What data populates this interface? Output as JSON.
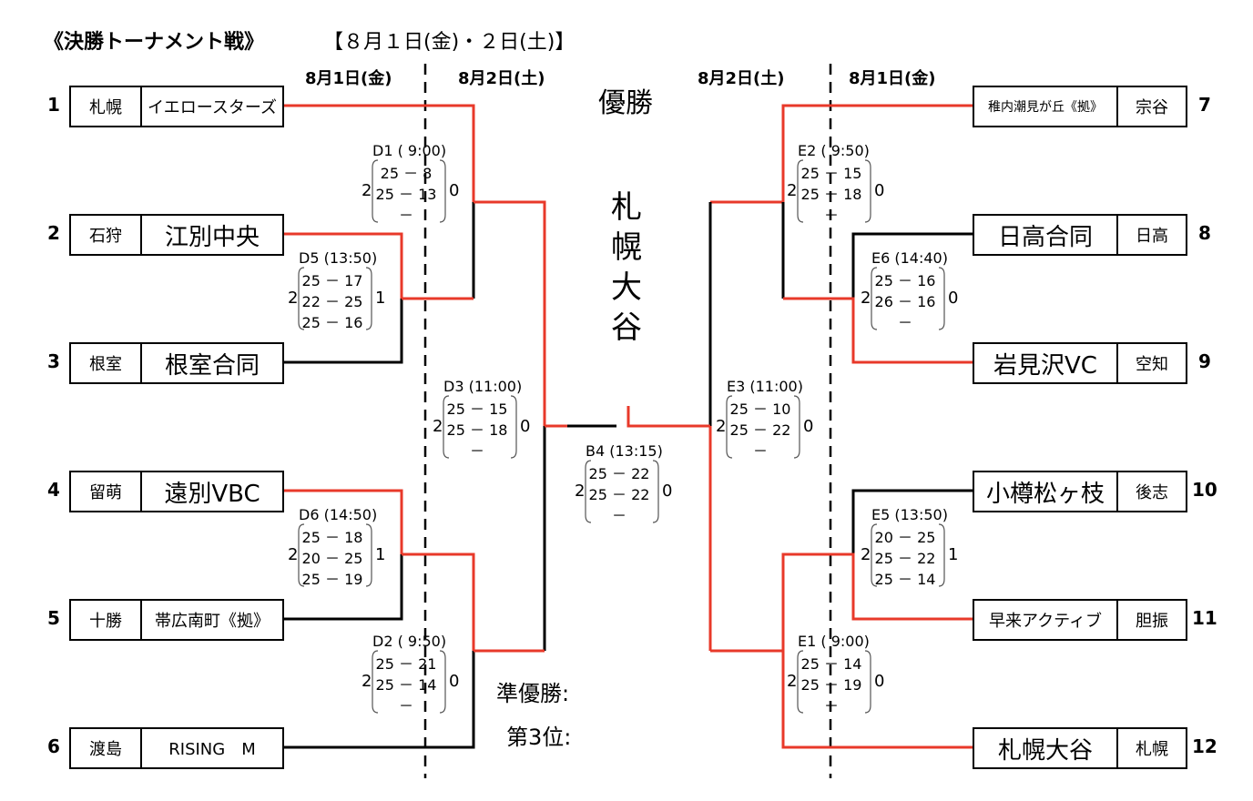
{
  "title": "《決勝トーナメント戦》",
  "date_range": "【８月１日(金)・２日(土)】",
  "col_headers": {
    "left_day1": "8月1日(金)",
    "left_day2": "8月2日(土)",
    "right_day2": "8月2日(土)",
    "right_day1": "8月1日(金)"
  },
  "champion_label": "優勝",
  "champion_name": "札幌大谷",
  "runner_up_label": "準優勝:",
  "third_place_label": "第3位:",
  "teams": [
    {
      "seed": "1",
      "region": "札幌",
      "name": "イエロースターズ"
    },
    {
      "seed": "2",
      "region": "石狩",
      "name": "江別中央"
    },
    {
      "seed": "3",
      "region": "根室",
      "name": "根室合同"
    },
    {
      "seed": "4",
      "region": "留萌",
      "name": "遠別VBC"
    },
    {
      "seed": "5",
      "region": "十勝",
      "name": "帯広南町《拠》"
    },
    {
      "seed": "6",
      "region": "渡島",
      "name": "RISING　M"
    },
    {
      "seed": "7",
      "region": "宗谷",
      "name": "稚内潮見が丘《拠》"
    },
    {
      "seed": "8",
      "region": "日高",
      "name": "日高合同"
    },
    {
      "seed": "9",
      "region": "空知",
      "name": "岩見沢VC"
    },
    {
      "seed": "10",
      "region": "後志",
      "name": "小樽松ヶ枝"
    },
    {
      "seed": "11",
      "region": "胆振",
      "name": "早来アクティブ"
    },
    {
      "seed": "12",
      "region": "札幌",
      "name": "札幌大谷"
    }
  ],
  "matches": [
    {
      "id": "D1",
      "label": "D1 ( 9:00)",
      "sets": [
        "25 － 8",
        "25 － 13",
        "－"
      ],
      "left": "2",
      "right": "0"
    },
    {
      "id": "D5",
      "label": "D5 (13:50)",
      "sets": [
        "25 － 17",
        "22 － 25",
        "25 － 16"
      ],
      "left": "2",
      "right": "1"
    },
    {
      "id": "D3",
      "label": "D3 (11:00)",
      "sets": [
        "25 － 15",
        "25 － 18",
        "－"
      ],
      "left": "2",
      "right": "0"
    },
    {
      "id": "D6",
      "label": "D6 (14:50)",
      "sets": [
        "25 － 18",
        "20 － 25",
        "25 － 19"
      ],
      "left": "2",
      "right": "1"
    },
    {
      "id": "D2",
      "label": "D2 ( 9:50)",
      "sets": [
        "25 － 21",
        "25 － 14",
        "－"
      ],
      "left": "2",
      "right": "0"
    },
    {
      "id": "B4",
      "label": "B4 (13:15)",
      "sets": [
        "25 － 22",
        "25 － 22",
        "－"
      ],
      "left": "2",
      "right": "0"
    },
    {
      "id": "E2",
      "label": "E2 ( 9:50)",
      "sets": [
        "25 － 15",
        "25 － 18",
        "－"
      ],
      "left": "2",
      "right": "0"
    },
    {
      "id": "E6",
      "label": "E6 (14:40)",
      "sets": [
        "25 － 16",
        "26 － 16",
        "－"
      ],
      "left": "2",
      "right": "0"
    },
    {
      "id": "E3",
      "label": "E3 (11:00)",
      "sets": [
        "25 － 10",
        "25 － 22",
        "－"
      ],
      "left": "2",
      "right": "0"
    },
    {
      "id": "E5",
      "label": "E5 (13:50)",
      "sets": [
        "20 － 25",
        "25 － 22",
        "25 － 14"
      ],
      "left": "2",
      "right": "1"
    },
    {
      "id": "E1",
      "label": "E1 ( 9:00)",
      "sets": [
        "25 － 14",
        "25 － 19",
        "－"
      ],
      "left": "2",
      "right": "0"
    }
  ],
  "colors": {
    "winner_line": "#e8392a",
    "line": "#000000",
    "background": "#ffffff"
  }
}
